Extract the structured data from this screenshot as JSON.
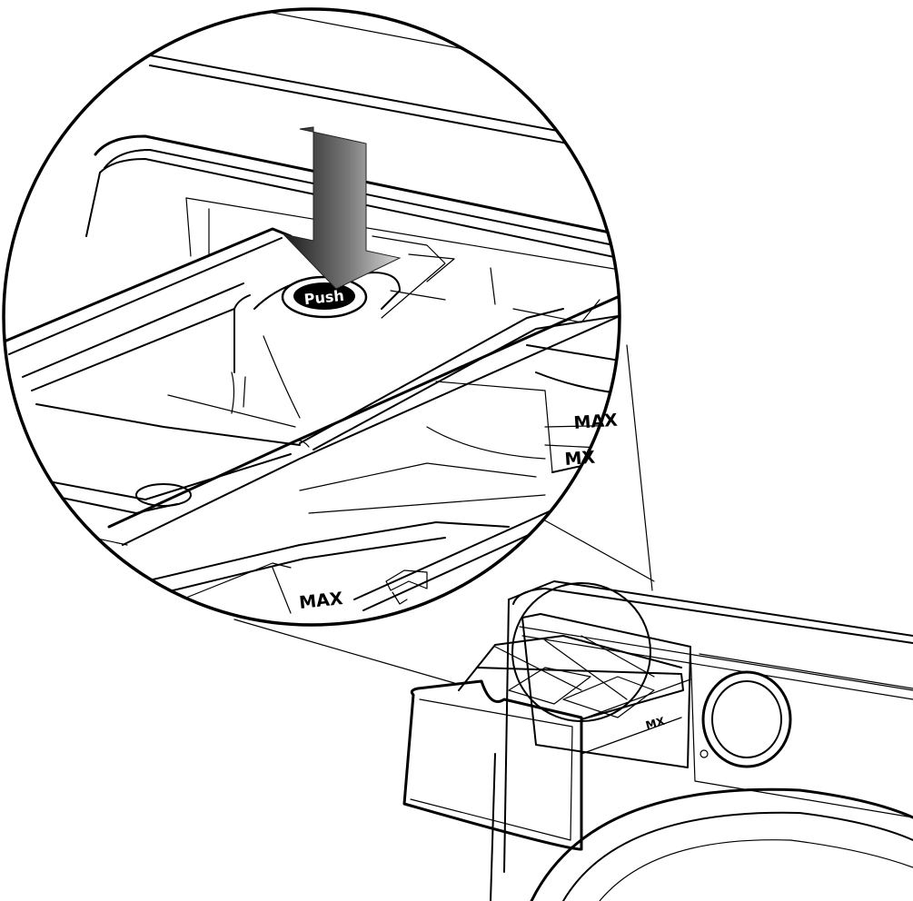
{
  "labels": {
    "push_button": "Push",
    "max_right_top": "MAX",
    "max_right_bottom": "MX",
    "max_front": "MAX"
  },
  "colors": {
    "ink": "#000000",
    "paper": "#ffffff",
    "arrow_dark": "#1a1a1a",
    "arrow_light": "#d8d8d8"
  },
  "icons": {
    "arrow": "push-down-arrow-icon"
  }
}
